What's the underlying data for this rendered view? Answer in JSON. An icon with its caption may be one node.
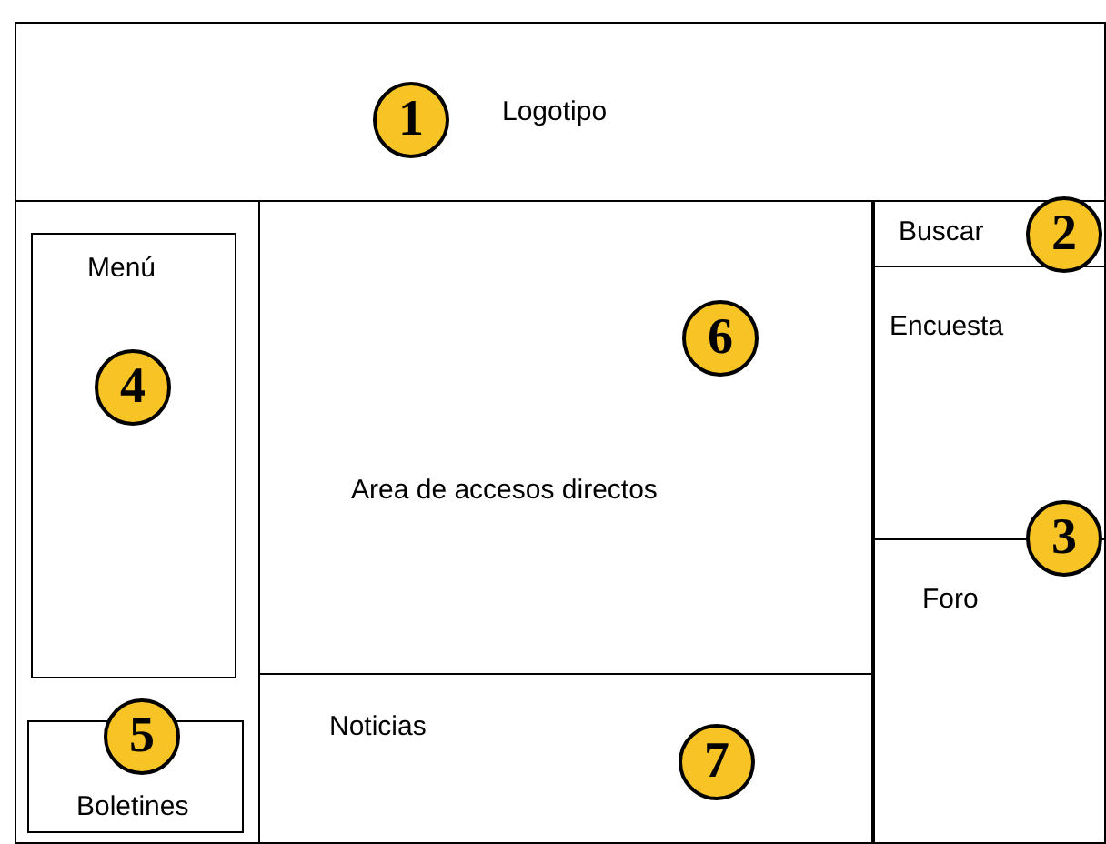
{
  "diagram": {
    "nodes": [
      {
        "text": [
          "Logotipo"
        ]
      },
      {
        "text": [
          "Menú"
        ]
      },
      {
        "text": [
          "Area de accesos directos"
        ]
      },
      {
        "text": [
          "Buscar"
        ]
      },
      {
        "text": [
          "Encuesta"
        ]
      },
      {
        "text": [
          "Foro"
        ]
      },
      {
        "text": [
          "Noticias"
        ]
      },
      {
        "text": [
          "Boletines"
        ]
      }
    ],
    "edges": [],
    "labels": [
      "1",
      "2",
      "6",
      "4",
      "3",
      "5",
      "7"
    ]
  }
}
